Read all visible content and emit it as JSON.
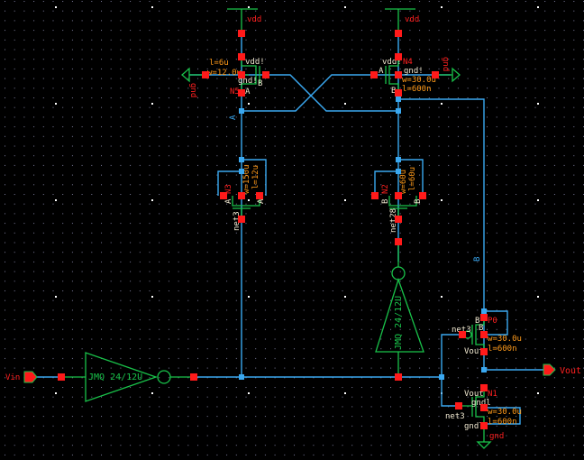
{
  "labels": {
    "vdd_left": "vdd",
    "vdd_right": "vdd",
    "gnd_left": "gnd",
    "gnd_right": "gnd",
    "gnd_bottom": "gnd",
    "vin": "Vin",
    "vout": "Vout",
    "net_a": "A",
    "net_b": "B"
  },
  "devices": {
    "n5": {
      "name": "N5",
      "l": "l=6u",
      "w": "w=12.0u",
      "bulk": "vdd!",
      "gnd": "gnd!",
      "gate": "B",
      "drain": "A"
    },
    "n4": {
      "name": "N4",
      "l": "l=600n",
      "w": "w=30.0u",
      "bulk": "vdd!",
      "gnd": "gnd!",
      "gate": "A",
      "drain": "B"
    },
    "n3": {
      "name": "N3",
      "w": "w=150u",
      "l": "l=12u",
      "src_l": "A",
      "src_r": "A",
      "net": "net3"
    },
    "n2": {
      "name": "N2",
      "w": "w=60u",
      "l": "l=60u",
      "src_l": "B",
      "src_r": "B",
      "net": "net28"
    },
    "p0": {
      "name": "P0",
      "gate_net": "net3",
      "top": "B",
      "bulk": "B",
      "w": "w=30.0u",
      "l": "l=600n",
      "drain": "Vout"
    },
    "n1": {
      "name": "N1",
      "gate_net": "net3",
      "top": "Vout",
      "bulk": "gndl",
      "src": "gndl",
      "w": "w=30.0u",
      "l": "l=600n"
    }
  },
  "buffers": {
    "input_buffer": "JMQ 24/12U",
    "feedback_buffer": "JMQ 24/12U"
  },
  "colors": {
    "wire": "#3aa8f0",
    "symbol": "#19c24a",
    "pin": "#ff1a1a",
    "param": "#ff9a1a",
    "background": "#000000"
  }
}
